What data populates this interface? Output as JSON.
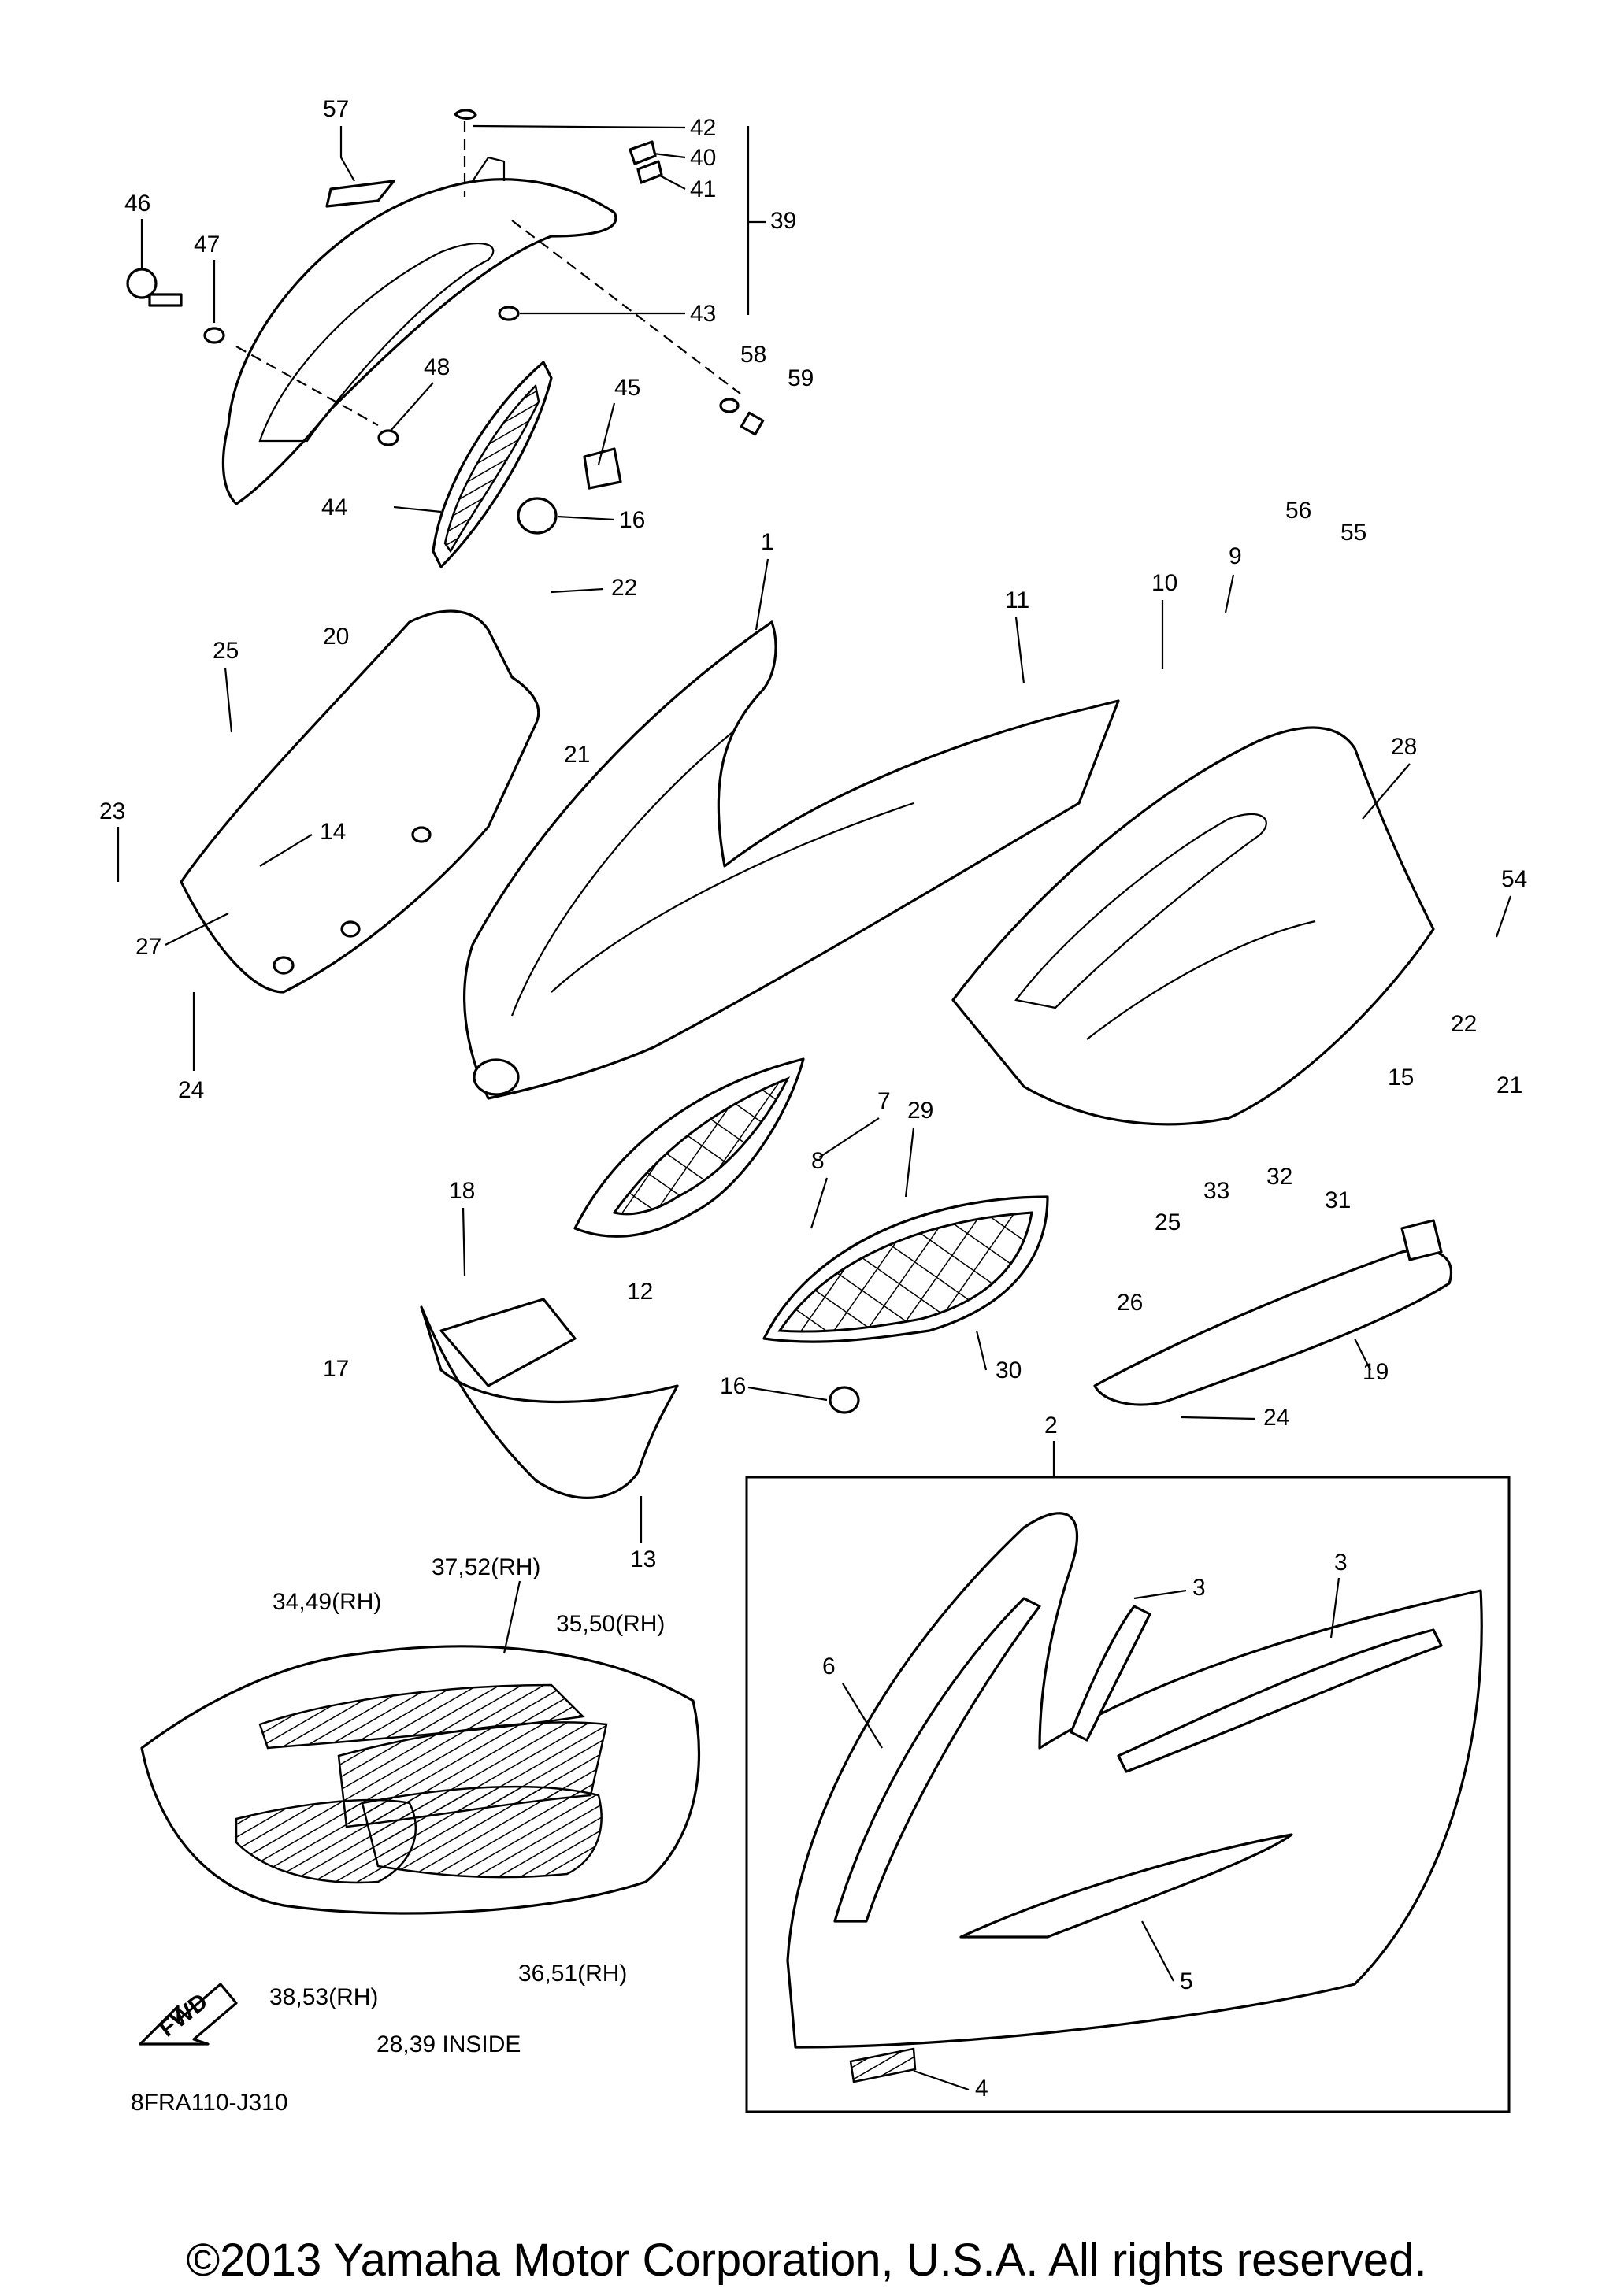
{
  "diagram_code": "8FRA110-J310",
  "fwd_label": "FWD",
  "note": "28,39 INSIDE",
  "copyright": "©2013 Yamaha Motor Corporation, U.S.A. All rights reserved.",
  "callouts": {
    "c1": "1",
    "c2": "2",
    "c3a": "3",
    "c3b": "3",
    "c4": "4",
    "c5": "5",
    "c6": "6",
    "c7": "7",
    "c8": "8",
    "c9": "9",
    "c10": "10",
    "c11": "11",
    "c12": "12",
    "c13": "13",
    "c14": "14",
    "c15": "15",
    "c16a": "16",
    "c16b": "16",
    "c17": "17",
    "c18": "18",
    "c19": "19",
    "c20": "20",
    "c21a": "21",
    "c21b": "21",
    "c22a": "22",
    "c22b": "22",
    "c23": "23",
    "c24a": "24",
    "c24b": "24",
    "c25a": "25",
    "c25b": "25",
    "c26": "26",
    "c27": "27",
    "c28": "28",
    "c29": "29",
    "c30": "30",
    "c31": "31",
    "c32": "32",
    "c33": "33",
    "c34": "34,49(RH)",
    "c35": "35,50(RH)",
    "c36": "36,51(RH)",
    "c37": "37,52(RH)",
    "c38": "38,53(RH)",
    "c39": "39",
    "c40": "40",
    "c41": "41",
    "c42": "42",
    "c43": "43",
    "c44": "44",
    "c45": "45",
    "c46": "46",
    "c47": "47",
    "c48": "48",
    "c54": "54",
    "c55": "55",
    "c56": "56",
    "c57": "57",
    "c58": "58",
    "c59": "59"
  }
}
